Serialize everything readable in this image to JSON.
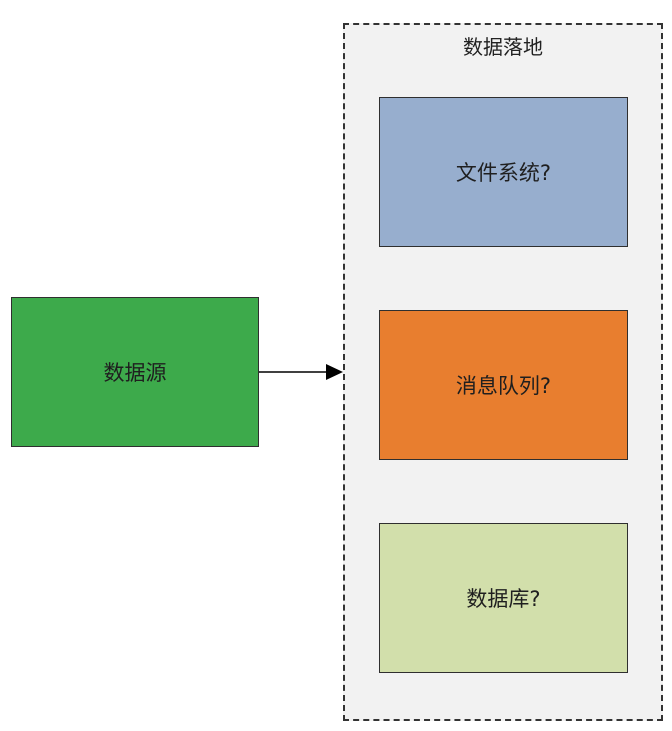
{
  "diagram": {
    "group": {
      "title": "数据落地"
    },
    "source": {
      "label": "数据源"
    },
    "targets": [
      {
        "label": "文件系统?"
      },
      {
        "label": "消息队列?"
      },
      {
        "label": "数据库?"
      }
    ],
    "colors": {
      "source": "#3daa4b",
      "file_system": "#97aece",
      "message_queue": "#e87e2f",
      "database": "#d2dfab",
      "group_background": "#f2f2f2",
      "border": "#2f2f2f"
    }
  }
}
